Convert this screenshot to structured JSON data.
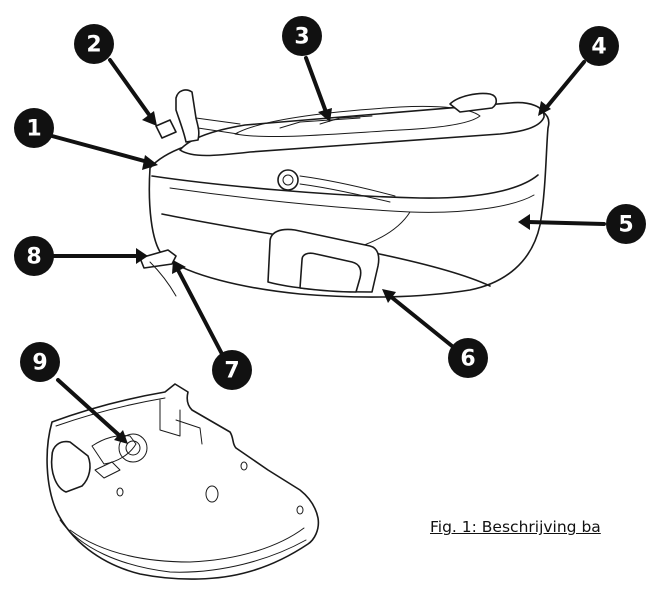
{
  "callouts": [
    "1",
    "2",
    "3",
    "4",
    "5",
    "6",
    "7",
    "8",
    "9"
  ],
  "caption": "Fig. 1: Beschrijving ba"
}
